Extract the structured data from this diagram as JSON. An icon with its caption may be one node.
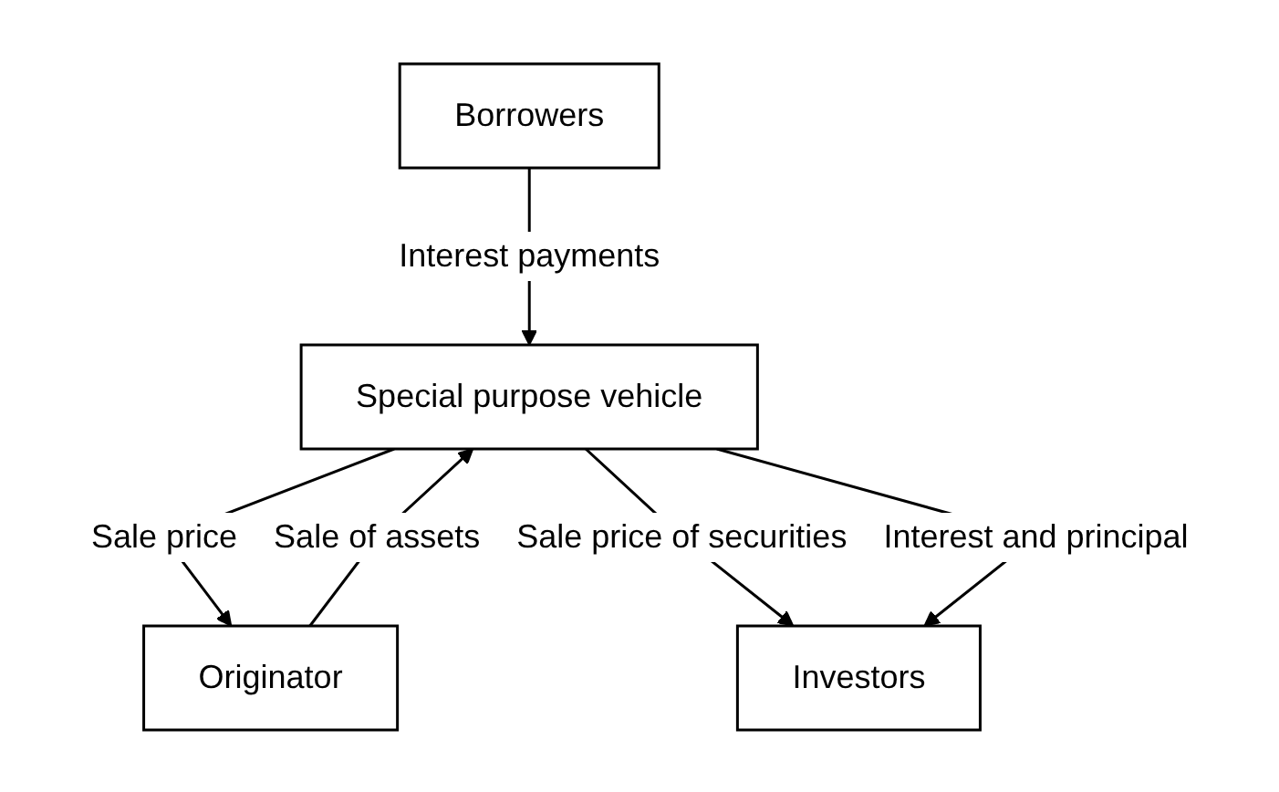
{
  "diagram": {
    "nodes": [
      {
        "text": [
          "Borrowers"
        ]
      },
      {
        "text": [
          "Originator"
        ]
      },
      {
        "text": [
          "Special purpose vehicle"
        ]
      },
      {
        "text": [
          "Investors"
        ]
      }
    ],
    "edges": [
      {
        "from": 0,
        "to": 2,
        "arrow": "to",
        "label": "Interest payments"
      },
      {
        "from": 1,
        "to": 2,
        "arrow": "to",
        "label": "Sale of assets"
      },
      {
        "from": 2,
        "to": 1,
        "arrow": "to",
        "label": "Sale price"
      },
      {
        "from": 2,
        "to": 3,
        "arrow": "to",
        "label": "Sale price of securities"
      },
      {
        "from": 2,
        "to": 3,
        "arrow": "to",
        "label": "Interest and principal"
      }
    ]
  }
}
